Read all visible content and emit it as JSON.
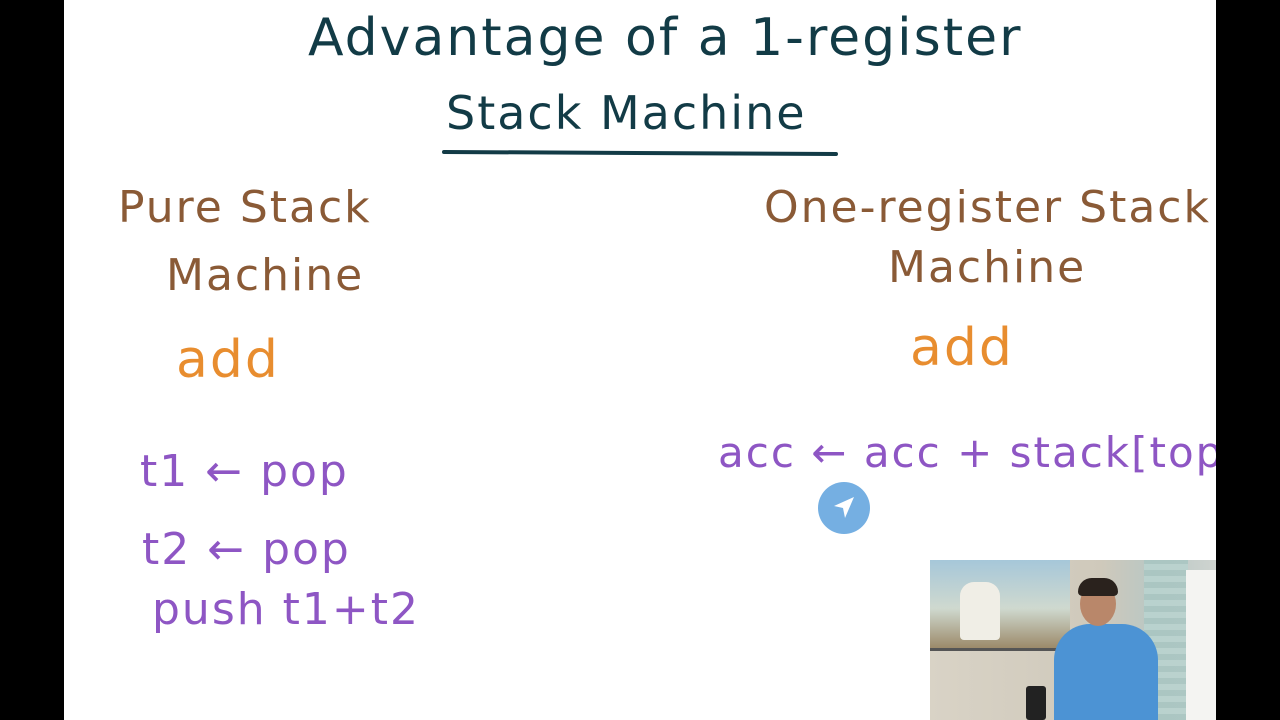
{
  "slide": {
    "title_line1": "Advantage of a 1-register",
    "title_line2": "Stack Machine",
    "left": {
      "heading_line1": "Pure Stack",
      "heading_line2": "Machine",
      "instruction": "add",
      "code": [
        "t1 ← pop",
        "t2 ← pop",
        "push t1+t2"
      ]
    },
    "right": {
      "heading_line1": "One-register Stack",
      "heading_line2": "Machine",
      "instruction": "add",
      "code": [
        "acc ← acc + stack[top]"
      ]
    }
  },
  "icons": {
    "cursor": "pointer-arrow-icon"
  },
  "colors": {
    "title": "#123b46",
    "heading": "#8a5a36",
    "instruction": "#e88d2f",
    "code": "#8e56c4",
    "cursor": "#6aa9e0"
  }
}
